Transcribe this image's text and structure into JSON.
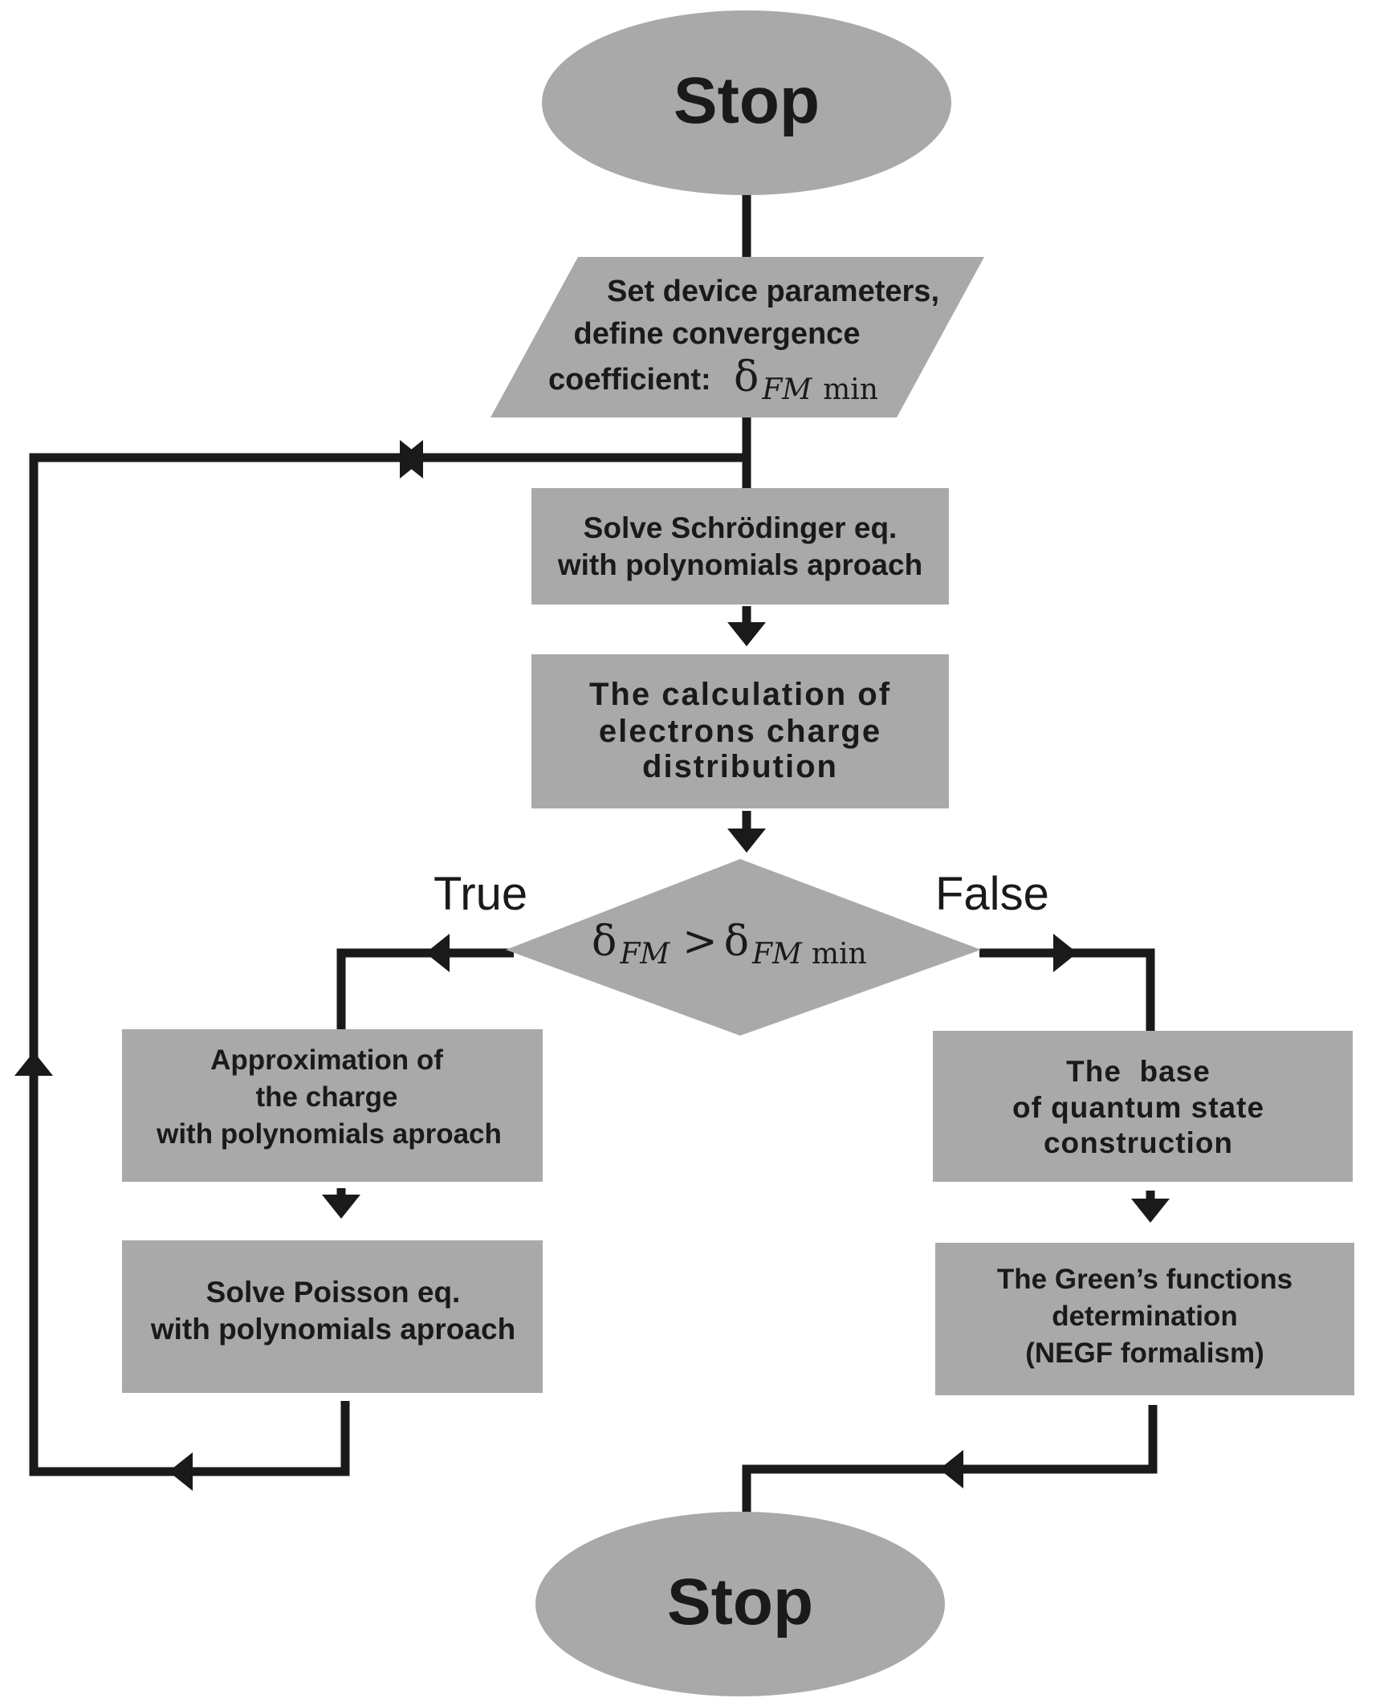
{
  "terminals": {
    "top": "Stop",
    "bottom": "Stop"
  },
  "input": {
    "line1": "Set device parameters,",
    "line2": "define convergence",
    "line3": "coefficient:",
    "symbol": "δ",
    "subscript": "FM",
    "suffix": "min"
  },
  "process": {
    "schrodinger": [
      "Solve Schrödinger eq.",
      "with polynomials aproach"
    ],
    "charge_calc": [
      "The calculation of",
      "electrons charge",
      "distribution"
    ],
    "approximation": [
      "Approximation of",
      "the charge",
      "with polynomials aproach"
    ],
    "poisson": [
      "Solve Poisson eq.",
      "with polynomials aproach"
    ],
    "quantum_base": [
      "The  base",
      "of quantum state",
      "construction"
    ],
    "greens": [
      "The Green’s functions",
      "determination",
      "(NEGF formalism)"
    ]
  },
  "decision": {
    "symbol": "δ",
    "subscript": "FM",
    "operator": ">",
    "symbol2": "δ",
    "subscript2": "FM",
    "suffix2": "min"
  },
  "branches": {
    "true_label": "True",
    "false_label": "False"
  }
}
